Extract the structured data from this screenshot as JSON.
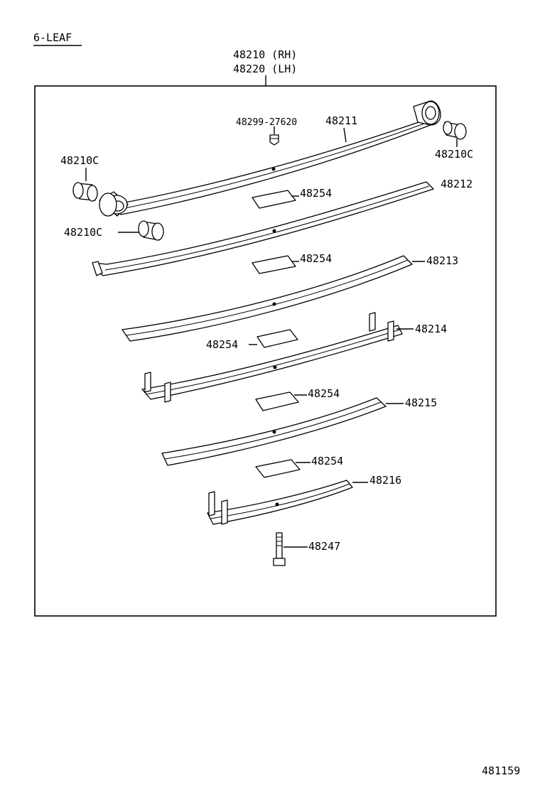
{
  "header": {
    "title": "6-LEAF"
  },
  "assembly": {
    "rh": "48210 (RH)",
    "lh": "48220 (LH)"
  },
  "parts": {
    "nut": "48299-27620",
    "leaf1": "48211",
    "bushing_right": "48210C",
    "bushing_left_top": "48210C",
    "bushing_left_bottom": "48210C",
    "leaf2": "48212",
    "leaf3": "48213",
    "leaf4": "48214",
    "leaf5": "48215",
    "leaf6": "48216",
    "liner1": "48254",
    "liner2": "48254",
    "liner3": "48254",
    "liner4": "48254",
    "liner5": "48254",
    "center_bolt": "48247"
  },
  "footer": {
    "figure_code": "481159"
  }
}
